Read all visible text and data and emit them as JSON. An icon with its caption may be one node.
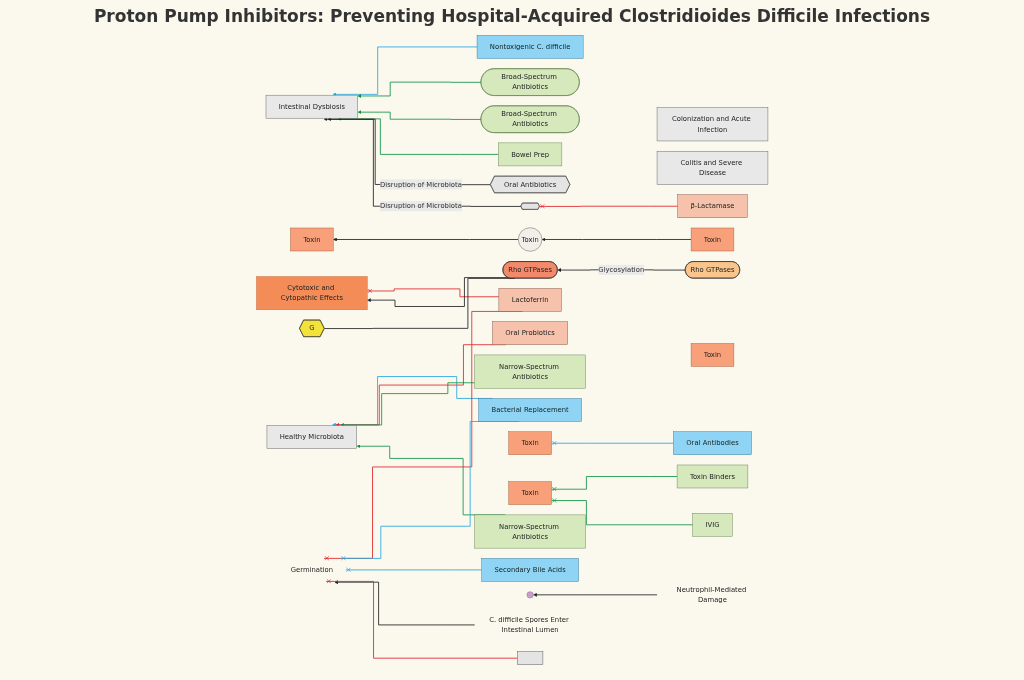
{
  "diagram": {
    "title": "Proton Pump Inhibitors: Preventing Hospital-Acquired Clostridioides Difficile Infections",
    "nodes": [
      {
        "text": [
          "Healthy Microbiota"
        ]
      },
      {
        "text": [
          "Intestinal Dysbiosis"
        ]
      },
      {
        "text": [
          "Colonization and Acute Infection"
        ]
      },
      {
        "text": [
          "Colitis and Severe Disease"
        ]
      },
      {
        "text": [
          "Oral Probiotics"
        ]
      },
      {
        "text": [
          "Bacterial Replacement"
        ]
      },
      {
        "text": [
          "Nontoxigenic C. difficile"
        ]
      },
      {
        "text": [
          "Narrow-Spectrum Antibiotics"
        ]
      },
      {
        "text": [
          "Narrow-Spectrum Antibiotics"
        ]
      },
      {
        "text": [
          "Oral Antibiotics"
        ]
      },
      {
        "text": [
          "Broad-Spectrum Antibiotics"
        ]
      },
      {
        "text": [
          "Broad-Spectrum Antibiotics"
        ]
      },
      {
        "text": [
          "Lactoferrin"
        ]
      },
      {
        "text": [
          "Bowel Prep"
        ]
      },
      {
        "text": [
          "Secondary Bile Acids"
        ]
      },
      {
        "text": [
          "β-Lactamase"
        ]
      },
      {
        "text": [
          "C. difficile Spores Enter Intestinal Lumen"
        ]
      },
      {
        "text": [
          "Oral Antibodies"
        ]
      },
      {
        "text": [
          "Germination"
        ]
      },
      {
        "text": [
          "Toxin Binders"
        ]
      },
      {
        "text": [
          "Toxin"
        ]
      },
      {
        "text": [
          "Toxin"
        ]
      },
      {
        "text": [
          "Toxin"
        ]
      },
      {
        "text": [
          "Toxin"
        ]
      },
      {
        "text": [
          "Toxin"
        ]
      },
      {
        "text": [
          "Toxin"
        ]
      },
      {
        "text": [
          "Rho GTPases"
        ]
      },
      {
        "text": [
          "Rho GTPases"
        ]
      },
      {
        "text": [
          "G"
        ]
      },
      {
        "text": [
          "Cytotoxic and Cytopathic Effects"
        ]
      },
      {
        "text": [
          "Neutrophil-Mediated Damage"
        ]
      },
      {
        "text": [],
        "shape": "circle"
      },
      {
        "text": [],
        "shape": "hexagon"
      },
      {
        "text": [],
        "shape": "box"
      },
      {
        "text": [
          "IVIG"
        ]
      }
    ],
    "edges": [
      {
        "from": 5,
        "to": 0,
        "arrow": "to",
        "color": "#29a8e0"
      },
      {
        "from": 4,
        "to": 0,
        "arrow": "to",
        "color": "#e0262a"
      },
      {
        "from": 6,
        "to": 1,
        "arrow": "to",
        "color": "#29a8e0"
      },
      {
        "from": 7,
        "to": 0,
        "arrow": "to",
        "color": "#129447"
      },
      {
        "from": 8,
        "to": 0,
        "arrow": "to",
        "color": "#129447"
      },
      {
        "from": 10,
        "to": 1,
        "arrow": "to",
        "color": "#129447"
      },
      {
        "from": 11,
        "to": 1,
        "arrow": "to",
        "color": "#129447"
      },
      {
        "from": 13,
        "to": 1,
        "arrow": "to",
        "color": "#129447"
      },
      {
        "from": 9,
        "to": 1,
        "arrow": "to",
        "label": "Disruption of Microbiota"
      },
      {
        "from": 12,
        "to": 18,
        "arrow": "other",
        "color": "#e0262a"
      },
      {
        "from": 12,
        "to": 29,
        "arrow": "other",
        "color": "#e0262a"
      },
      {
        "from": 5,
        "to": 18,
        "arrow": "other",
        "color": "#29a8e0"
      },
      {
        "from": 14,
        "to": 18,
        "arrow": "other",
        "color": "#29a8e0"
      },
      {
        "from": 15,
        "to": 32,
        "arrow": "other",
        "color": "#e0262a"
      },
      {
        "from": 32,
        "to": 1,
        "arrow": "to",
        "label": "Disruption of Microbiota"
      },
      {
        "from": 16,
        "to": 18,
        "arrow": "to"
      },
      {
        "from": 17,
        "to": 20,
        "arrow": "other",
        "color": "#29a8e0"
      },
      {
        "from": 19,
        "to": 21,
        "arrow": "other",
        "color": "#129447"
      },
      {
        "from": 34,
        "to": 21,
        "arrow": "other",
        "color": "#129447"
      },
      {
        "from": 33,
        "to": 18,
        "arrow": "other",
        "color": "#e0262a"
      },
      {
        "from": 23,
        "to": 24,
        "arrow": "to"
      },
      {
        "from": 24,
        "to": 25,
        "arrow": "to"
      },
      {
        "from": 26,
        "to": 27,
        "arrow": "to",
        "label": "Glycosylation"
      },
      {
        "from": 27,
        "to": 29,
        "arrow": "to"
      },
      {
        "from": 27,
        "to": 28,
        "arrow": "none"
      },
      {
        "from": 30,
        "to": 31,
        "arrow": "to"
      }
    ]
  }
}
